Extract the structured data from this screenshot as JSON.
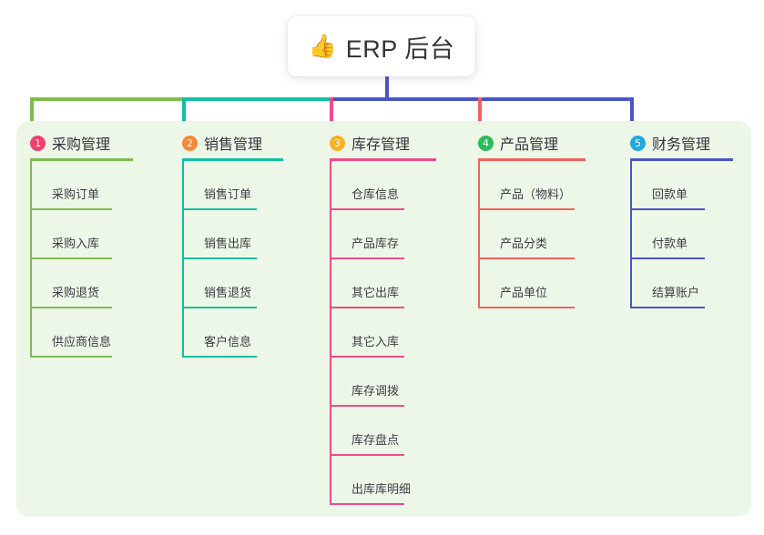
{
  "root": {
    "icon": "thumbs-up-emoji",
    "icon_glyph": "👍",
    "title": "ERP 后台"
  },
  "palette": {
    "panel_bg": "#edf7e7",
    "text": "#33343b",
    "stem": "#4b54c4",
    "col1": "#7fbc50",
    "col2": "#12bfa0",
    "col3": "#ed4b8c",
    "col4": "#f2605f",
    "col5": "#4b54c4"
  },
  "columns": [
    {
      "index": "1",
      "badge_color": "#f2416b",
      "color": "#7fbc50",
      "label": "采购管理",
      "items": [
        "采购订单",
        "采购入库",
        "采购退货",
        "供应商信息"
      ]
    },
    {
      "index": "2",
      "badge_color": "#f5883c",
      "color": "#12bfa0",
      "label": "销售管理",
      "items": [
        "销售订单",
        "销售出库",
        "销售退货",
        "客户信息"
      ]
    },
    {
      "index": "3",
      "badge_color": "#f5b224",
      "color": "#ed4b8c",
      "label": "库存管理",
      "items": [
        "仓库信息",
        "产品库存",
        "其它出库",
        "其它入库",
        "库存调拨",
        "库存盘点",
        "出库库明细"
      ]
    },
    {
      "index": "4",
      "badge_color": "#2bbb5b",
      "color": "#f2605f",
      "label": "产品管理",
      "items": [
        "产品（物料）",
        "产品分类",
        "产品单位"
      ]
    },
    {
      "index": "5",
      "badge_color": "#23a8e0",
      "color": "#4b54c4",
      "label": "财务管理",
      "items": [
        "回款单",
        "付款单",
        "结算账户"
      ]
    }
  ]
}
